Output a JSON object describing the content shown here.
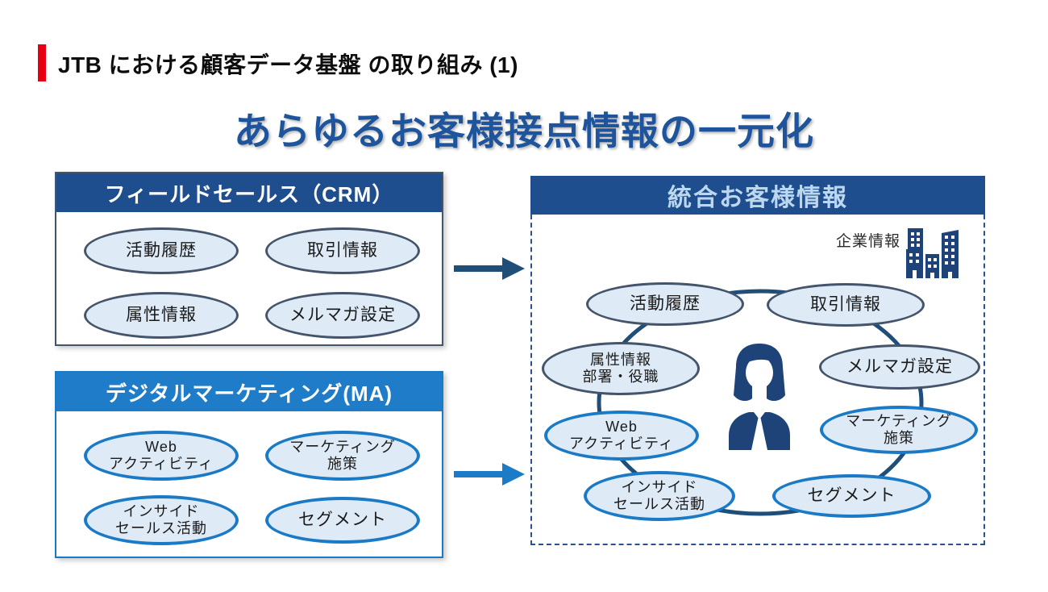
{
  "slide": {
    "title": "JTB における顧客データ基盤 の取り組み (1)",
    "heading": "あらゆるお客様接点情報の一元化"
  },
  "colors": {
    "accent_red": "#E60012",
    "header_navy": "#1F4E8F",
    "bright_blue": "#1E7CC8",
    "dark_ellipse_border": "#44546A",
    "ellipse_fill": "#DEEBF7",
    "heading_blue": "#1E549B",
    "icon_navy": "#1E4379"
  },
  "crm_box": {
    "header": "フィールドセールス（CRM）",
    "items": [
      "活動履歴",
      "取引情報",
      "属性情報",
      "メルマガ設定"
    ]
  },
  "ma_box": {
    "header": "デジタルマーケティング(MA)",
    "items": [
      {
        "line1": "Web",
        "line2": "アクティビティ"
      },
      {
        "line1": "マーケティング",
        "line2": "施策"
      },
      {
        "line1": "インサイド",
        "line2": "セールス活動"
      },
      {
        "line1": "セグメント"
      }
    ]
  },
  "unified_box": {
    "header": "統合お客様情報",
    "company_label": "企業情報",
    "icons": [
      "company-buildings-icon",
      "customer-person-icon"
    ],
    "nodes": [
      {
        "line1": "活動履歴"
      },
      {
        "line1": "取引情報"
      },
      {
        "line1": "属性情報",
        "line2": "部署・役職"
      },
      {
        "line1": "メルマガ設定"
      },
      {
        "line1": "Web",
        "line2": "アクティビティ"
      },
      {
        "line1": "マーケティング",
        "line2": "施策"
      },
      {
        "line1": "インサイド",
        "line2": "セールス活動"
      },
      {
        "line1": "セグメント"
      }
    ]
  }
}
